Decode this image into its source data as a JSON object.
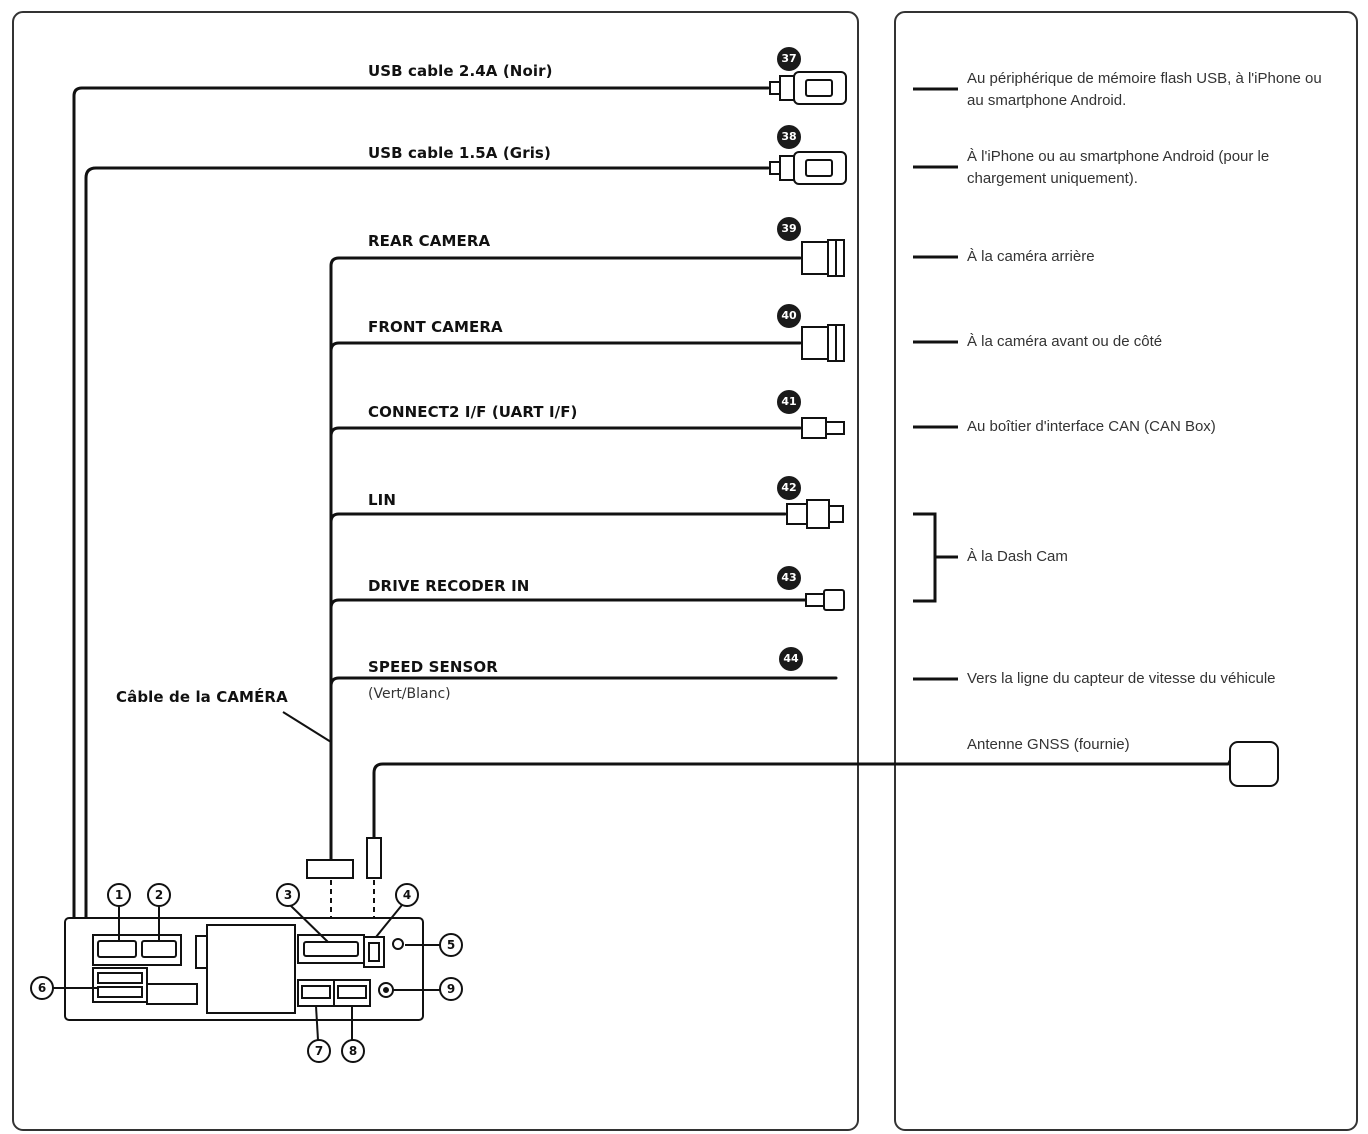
{
  "cables": [
    {
      "num": "37",
      "label": "USB cable 2.4A (Noir)"
    },
    {
      "num": "38",
      "label": "USB cable 1.5A (Gris)"
    },
    {
      "num": "39",
      "label": "REAR CAMERA"
    },
    {
      "num": "40",
      "label": "FRONT CAMERA"
    },
    {
      "num": "41",
      "label": "CONNECT2 I/F (UART I/F)"
    },
    {
      "num": "42",
      "label": "LIN"
    },
    {
      "num": "43",
      "label": "DRIVE RECODER IN"
    },
    {
      "num": "44",
      "label": "SPEED SENSOR",
      "sub": "(Vert/Blanc)"
    }
  ],
  "camera_cable_label": "Câble de la CAMÉRA",
  "descriptions": {
    "usb_24": "Au périphérique de mémoire flash USB, à l'iPhone ou au smartphone Android.",
    "usb_15": "À l'iPhone ou au smartphone Android (pour le chargement uniquement).",
    "rear": "À la caméra arrière",
    "front": "À la caméra avant ou de côté",
    "connect2": "Au boîtier d'interface CAN (CAN Box)",
    "dashcam": "À la Dash Cam",
    "speed": "Vers la ligne du capteur de vitesse du véhicule",
    "gnss": "Antenne GNSS (fournie)"
  },
  "unit_callouts": [
    "1",
    "2",
    "3",
    "4",
    "5",
    "6",
    "7",
    "8",
    "9"
  ]
}
